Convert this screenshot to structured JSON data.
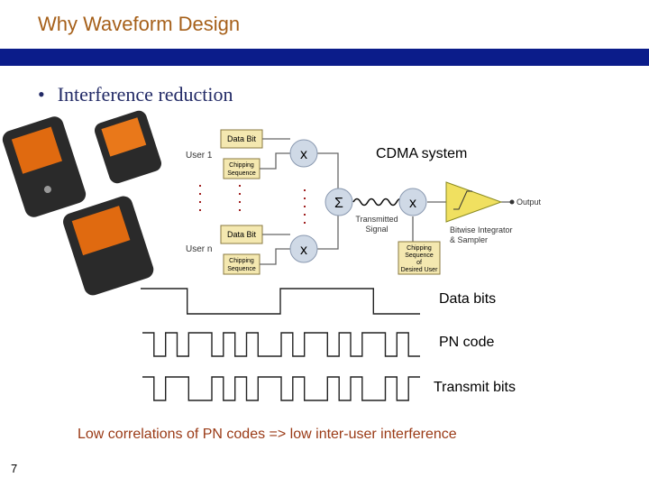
{
  "slide": {
    "title": "Why Waveform Design",
    "bullet": "Interference reduction",
    "bullet_marker": "•",
    "page_number": "7",
    "footnote": "Low correlations of PN codes  => low inter-user interference"
  },
  "diagram": {
    "system_label": "CDMA system",
    "user1_label": "User 1",
    "usern_label": "User n",
    "data_bit_label": "Data Bit",
    "chipping_label_line1": "Chipping",
    "chipping_label_line2": "Sequence",
    "multiply_symbol": "x",
    "sum_symbol": "Σ",
    "transmitted_line1": "Transmitted",
    "transmitted_line2": "Signal",
    "desired_line1": "Chipping",
    "desired_line2": "Sequence",
    "desired_line3": "of",
    "desired_line4": "Desired User",
    "integrator_line1": "Bitwise Integrator",
    "integrator_line2": "& Sampler",
    "output_label": "Output"
  },
  "waveforms": {
    "data_bits_label": "Data bits",
    "pn_code_label": "PN code",
    "transmit_bits_label": "Transmit bits",
    "data_bits": [
      1,
      0,
      0,
      1,
      1,
      0
    ],
    "pn_code": [
      1,
      0,
      1,
      0,
      1,
      1,
      0,
      1,
      0,
      1,
      0,
      0,
      1,
      0,
      1,
      1,
      0,
      1,
      0,
      1,
      1,
      0,
      1,
      0
    ],
    "transmit_bits": [
      1,
      0,
      1,
      1,
      0,
      0,
      1,
      0,
      1,
      0,
      1,
      1,
      0,
      1,
      0,
      0,
      1,
      0,
      1,
      0,
      0,
      1,
      0,
      1
    ]
  },
  "colors": {
    "title": "#a6601a",
    "band": "#0b1c8a",
    "bullet": "#222a66",
    "footnote": "#9a3a16",
    "box_fill": "#f4e8b0",
    "circle_fill": "#cfd9e6",
    "integrator_fill": "#f0e060"
  }
}
